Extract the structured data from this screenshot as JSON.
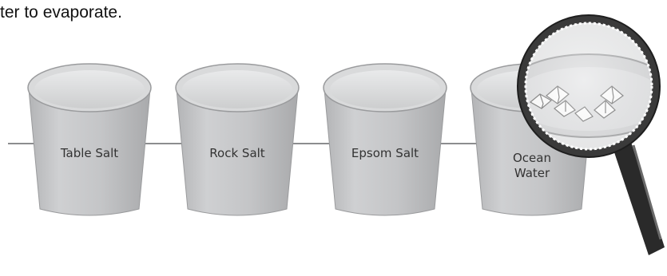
{
  "caption": "ter to evaporate.",
  "cups": [
    {
      "lines": [
        "Table Salt"
      ]
    },
    {
      "lines": [
        "Rock Salt"
      ]
    },
    {
      "lines": [
        "Epsom Salt"
      ]
    },
    {
      "lines": [
        "Ocean",
        "Water"
      ]
    }
  ],
  "colors": {
    "cup_body": "#c8c9cb",
    "cup_rim": "#e4e5e6",
    "cup_inner": "#bdbec0",
    "line": "#8c8d8f",
    "magnifier_ring": "#3a3a3a",
    "magnifier_handle": "#2a2a2a"
  }
}
